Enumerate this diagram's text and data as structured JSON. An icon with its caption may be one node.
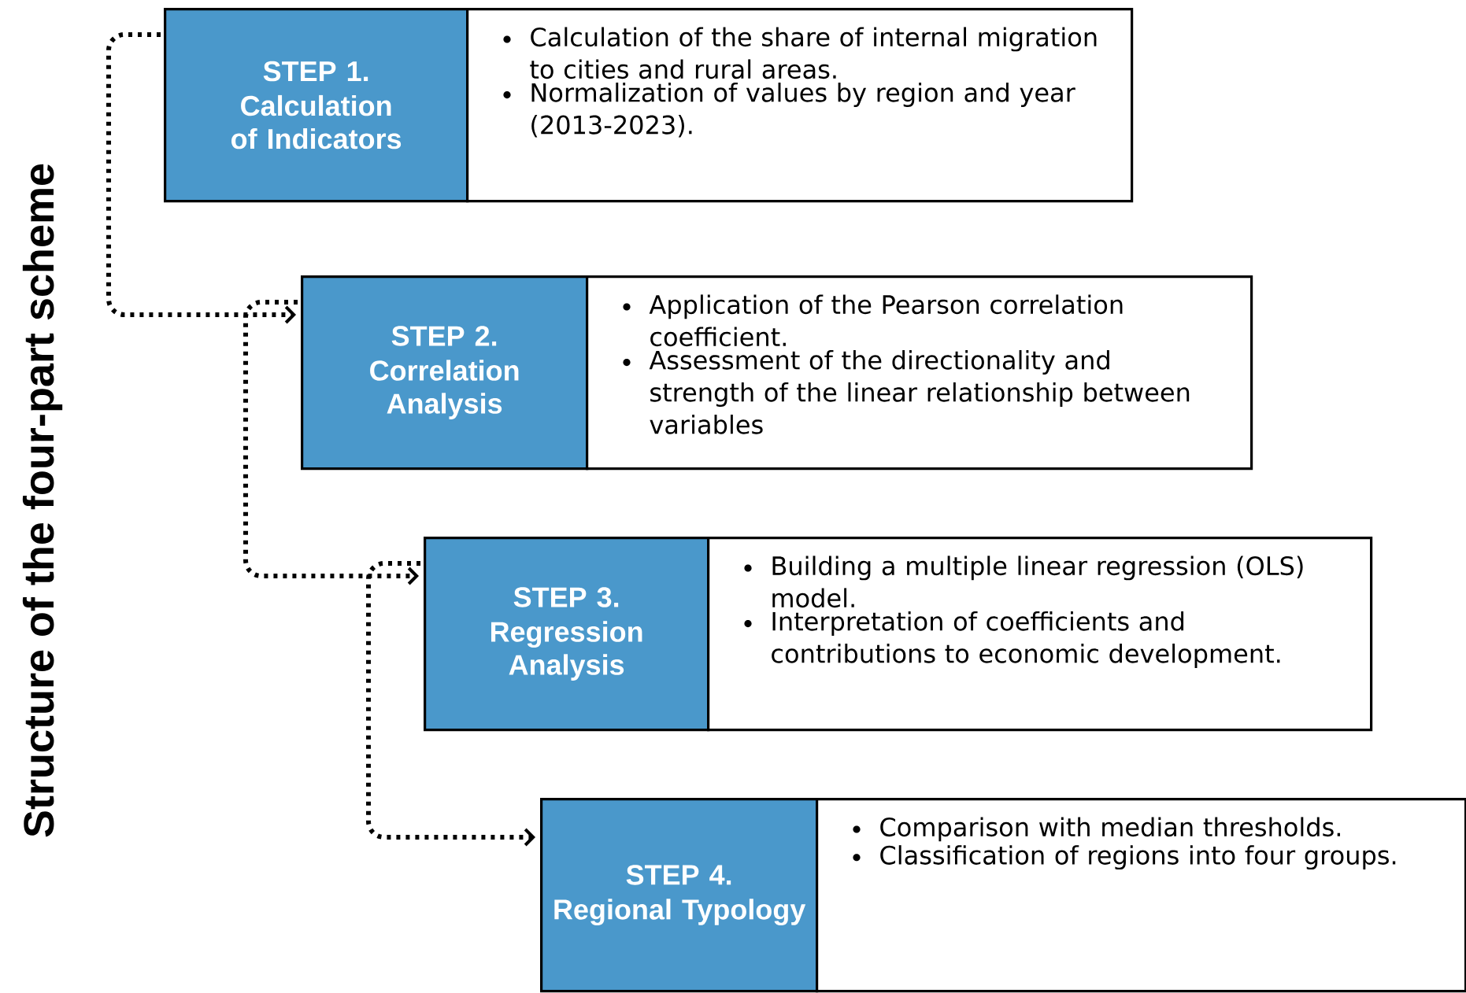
{
  "diagram": {
    "title": "Structure of the four-part scheme",
    "nodes": [
      {
        "text": [
          "STEP 1.",
          "Calculation of Indicators"
        ]
      },
      {
        "text": [
          "Calculation of the share of internal migration to cities and rural areas.",
          "Normalization of values by region and year (2013-2023)."
        ]
      },
      {
        "text": [
          "STEP 2.",
          "Correlation Analysis"
        ]
      },
      {
        "text": [
          "Application of the Pearson correlation coefficient.",
          "Assessment of the directionality and strength of the linear relationship between variables"
        ]
      },
      {
        "text": [
          "STEP 3.",
          "Regression Analysis"
        ]
      },
      {
        "text": [
          "Building a multiple linear regression (OLS) model.",
          "Interpretation of coefficients and contributions to economic development."
        ]
      },
      {
        "text": [
          "STEP 4.",
          "Regional Typology"
        ]
      },
      {
        "text": [
          "Comparison with median thresholds.",
          "Classification of regions into four groups."
        ]
      }
    ],
    "edges": [
      {
        "from": 0,
        "to": 2,
        "arrow": "to"
      },
      {
        "from": 2,
        "to": 4,
        "arrow": "to"
      },
      {
        "from": 4,
        "to": 6,
        "arrow": "to"
      }
    ]
  }
}
